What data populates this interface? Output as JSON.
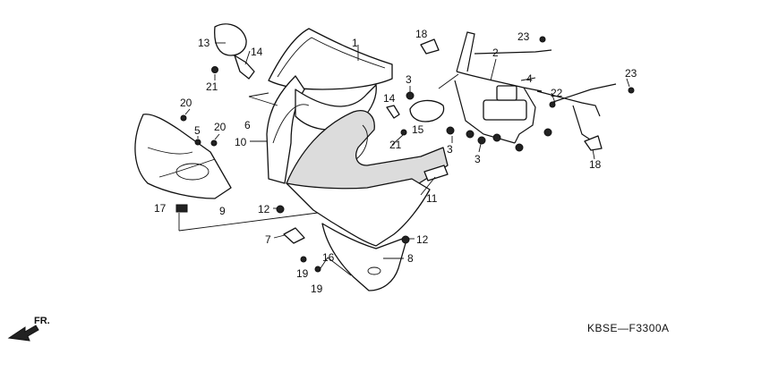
{
  "diagram": {
    "code": "KBSE—F3300A",
    "direction_label": "FR.",
    "parts": [
      {
        "ref": "1",
        "label": "1"
      },
      {
        "ref": "2",
        "label": "2"
      },
      {
        "ref": "3a",
        "label": "3"
      },
      {
        "ref": "3b",
        "label": "3"
      },
      {
        "ref": "3c",
        "label": "3"
      },
      {
        "ref": "4",
        "label": "4"
      },
      {
        "ref": "5",
        "label": "5"
      },
      {
        "ref": "6",
        "label": "6"
      },
      {
        "ref": "7",
        "label": "7"
      },
      {
        "ref": "8",
        "label": "8"
      },
      {
        "ref": "9",
        "label": "9"
      },
      {
        "ref": "10",
        "label": "10"
      },
      {
        "ref": "11",
        "label": "11"
      },
      {
        "ref": "12a",
        "label": "12"
      },
      {
        "ref": "12b",
        "label": "12"
      },
      {
        "ref": "13",
        "label": "13"
      },
      {
        "ref": "14a",
        "label": "14"
      },
      {
        "ref": "14b",
        "label": "14"
      },
      {
        "ref": "15",
        "label": "15"
      },
      {
        "ref": "16",
        "label": "16"
      },
      {
        "ref": "17",
        "label": "17"
      },
      {
        "ref": "18a",
        "label": "18"
      },
      {
        "ref": "18b",
        "label": "18"
      },
      {
        "ref": "19a",
        "label": "19"
      },
      {
        "ref": "19b",
        "label": "19"
      },
      {
        "ref": "20a",
        "label": "20"
      },
      {
        "ref": "20b",
        "label": "20"
      },
      {
        "ref": "21a",
        "label": "21"
      },
      {
        "ref": "21b",
        "label": "21"
      },
      {
        "ref": "22",
        "label": "22"
      },
      {
        "ref": "23a",
        "label": "23"
      },
      {
        "ref": "23b",
        "label": "23"
      }
    ]
  }
}
